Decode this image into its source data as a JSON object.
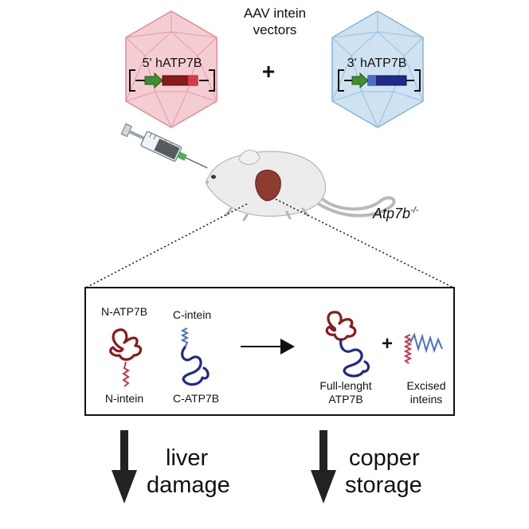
{
  "header": {
    "title_line1": "AAV intein",
    "title_line2": "vectors"
  },
  "vectors": {
    "left": {
      "label": "5' hATP7B"
    },
    "right": {
      "label": "3' hATP7B"
    },
    "plus": "+"
  },
  "mouse": {
    "strain_base": "Atp7b",
    "strain_sup": "-/-"
  },
  "box": {
    "n_atp7b": "N-ATP7B",
    "n_intein": "N-intein",
    "c_intein": "C-intein",
    "c_atp7b": "C-ATP7B",
    "full_line1": "Full-lenght",
    "full_line2": "ATP7B",
    "plus": "+",
    "excised_line1": "Excised",
    "excised_line2": "inteins"
  },
  "outcomes": {
    "left_line1": "liver",
    "left_line2": "damage",
    "right_line1": "copper",
    "right_line2": "storage"
  },
  "colors": {
    "capsid_left": "#f2c4cc",
    "capsid_right": "#c9dff0",
    "n_protein": "#8b1a1a",
    "c_protein": "#1e2a8c",
    "intein_blue": "#4a6fc4",
    "promoter_green": "#3f8f2b"
  }
}
